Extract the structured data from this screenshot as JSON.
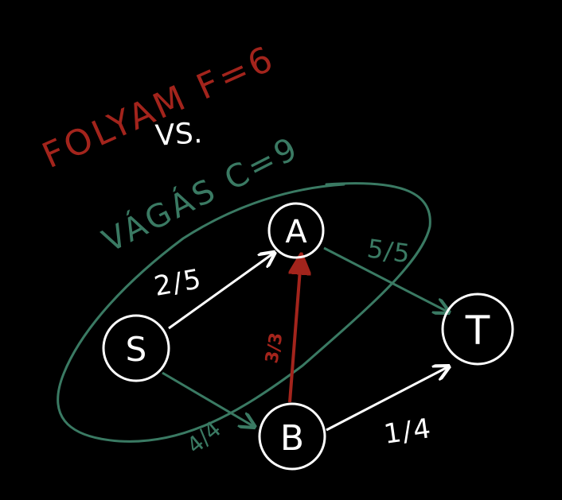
{
  "title": {
    "flow_label": "FOLYAM F=6",
    "versus": "VS.",
    "cut_label": "VÁGÁS C=9"
  },
  "colors": {
    "background": "#000000",
    "flow": "#a3241c",
    "cut": "#3a7a63",
    "default": "#ffffff"
  },
  "nodes": [
    {
      "id": "S",
      "label": "S"
    },
    {
      "id": "A",
      "label": "A"
    },
    {
      "id": "B",
      "label": "B"
    },
    {
      "id": "T",
      "label": "T"
    }
  ],
  "edges": [
    {
      "from": "S",
      "to": "A",
      "label": "2/5",
      "color": "white"
    },
    {
      "from": "A",
      "to": "T",
      "label": "5/5",
      "color": "cut"
    },
    {
      "from": "S",
      "to": "B",
      "label": "4/4",
      "color": "cut"
    },
    {
      "from": "B",
      "to": "A",
      "label": "3/3",
      "color": "flow"
    },
    {
      "from": "B",
      "to": "T",
      "label": "1/4",
      "color": "white"
    }
  ]
}
